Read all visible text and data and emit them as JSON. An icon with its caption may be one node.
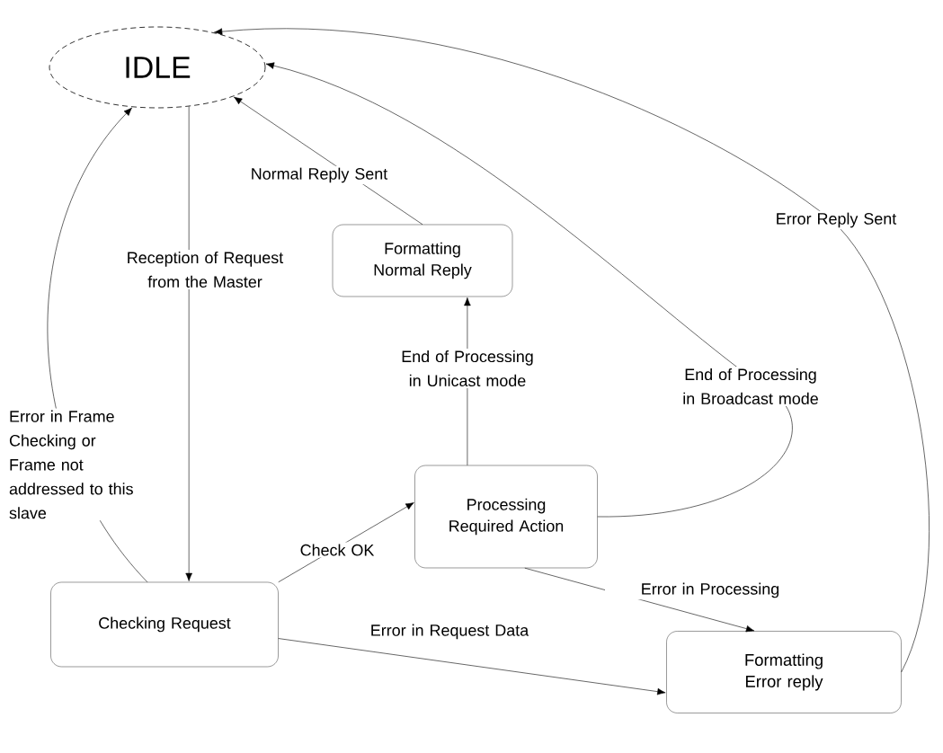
{
  "diagram": {
    "nodes": [
      {
        "text": [
          "IDLE"
        ]
      },
      {
        "text": [
          "Formatting Normal Reply"
        ]
      },
      {
        "text": [
          "Processing Required Action"
        ]
      },
      {
        "text": [
          "Checking Request"
        ]
      },
      {
        "text": [
          "Formatting Error reply"
        ]
      }
    ],
    "edges": [
      {
        "from": 0,
        "to": 3,
        "arrow": "to",
        "label": "Reception of Request from the Master"
      },
      {
        "from": 3,
        "to": 0,
        "arrow": "to",
        "label": "Error in Frame Checking or Frame not addressed to this slave"
      },
      {
        "from": 3,
        "to": 2,
        "arrow": "to",
        "label": "Check OK"
      },
      {
        "from": 3,
        "to": 4,
        "arrow": "to",
        "label": "Error in Request Data"
      },
      {
        "from": 2,
        "to": 1,
        "arrow": "to",
        "label": "End of Processing in Unicast mode"
      },
      {
        "from": 2,
        "to": 0,
        "arrow": "to",
        "label": "End of Processing in Broadcast mode"
      },
      {
        "from": 2,
        "to": 4,
        "arrow": "to",
        "label": "Error in Processing"
      },
      {
        "from": 1,
        "to": 0,
        "arrow": "to",
        "label": "Normal Reply Sent"
      },
      {
        "from": 4,
        "to": 0,
        "arrow": "to",
        "label": "Error Reply Sent"
      }
    ]
  }
}
